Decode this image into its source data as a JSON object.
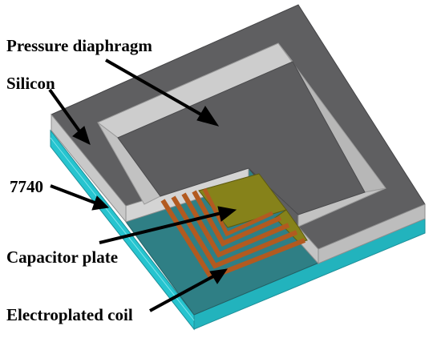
{
  "labels": {
    "pressure_diaphragm": "Pressure diaphragm",
    "silicon": "Silicon",
    "glass_7740": "7740",
    "capacitor_plate": "Capacitor plate",
    "electroplated_coil": "Electroplated coil"
  },
  "colors": {
    "silicon_top": "#5f5f61",
    "silicon_side": "#c9c9c9",
    "glass_side": "#26c4cf",
    "glass_top": "#2f7f85",
    "capacitor_plate": "#86821a",
    "coil_copper": "#b25a20",
    "arrow": "#000000"
  }
}
